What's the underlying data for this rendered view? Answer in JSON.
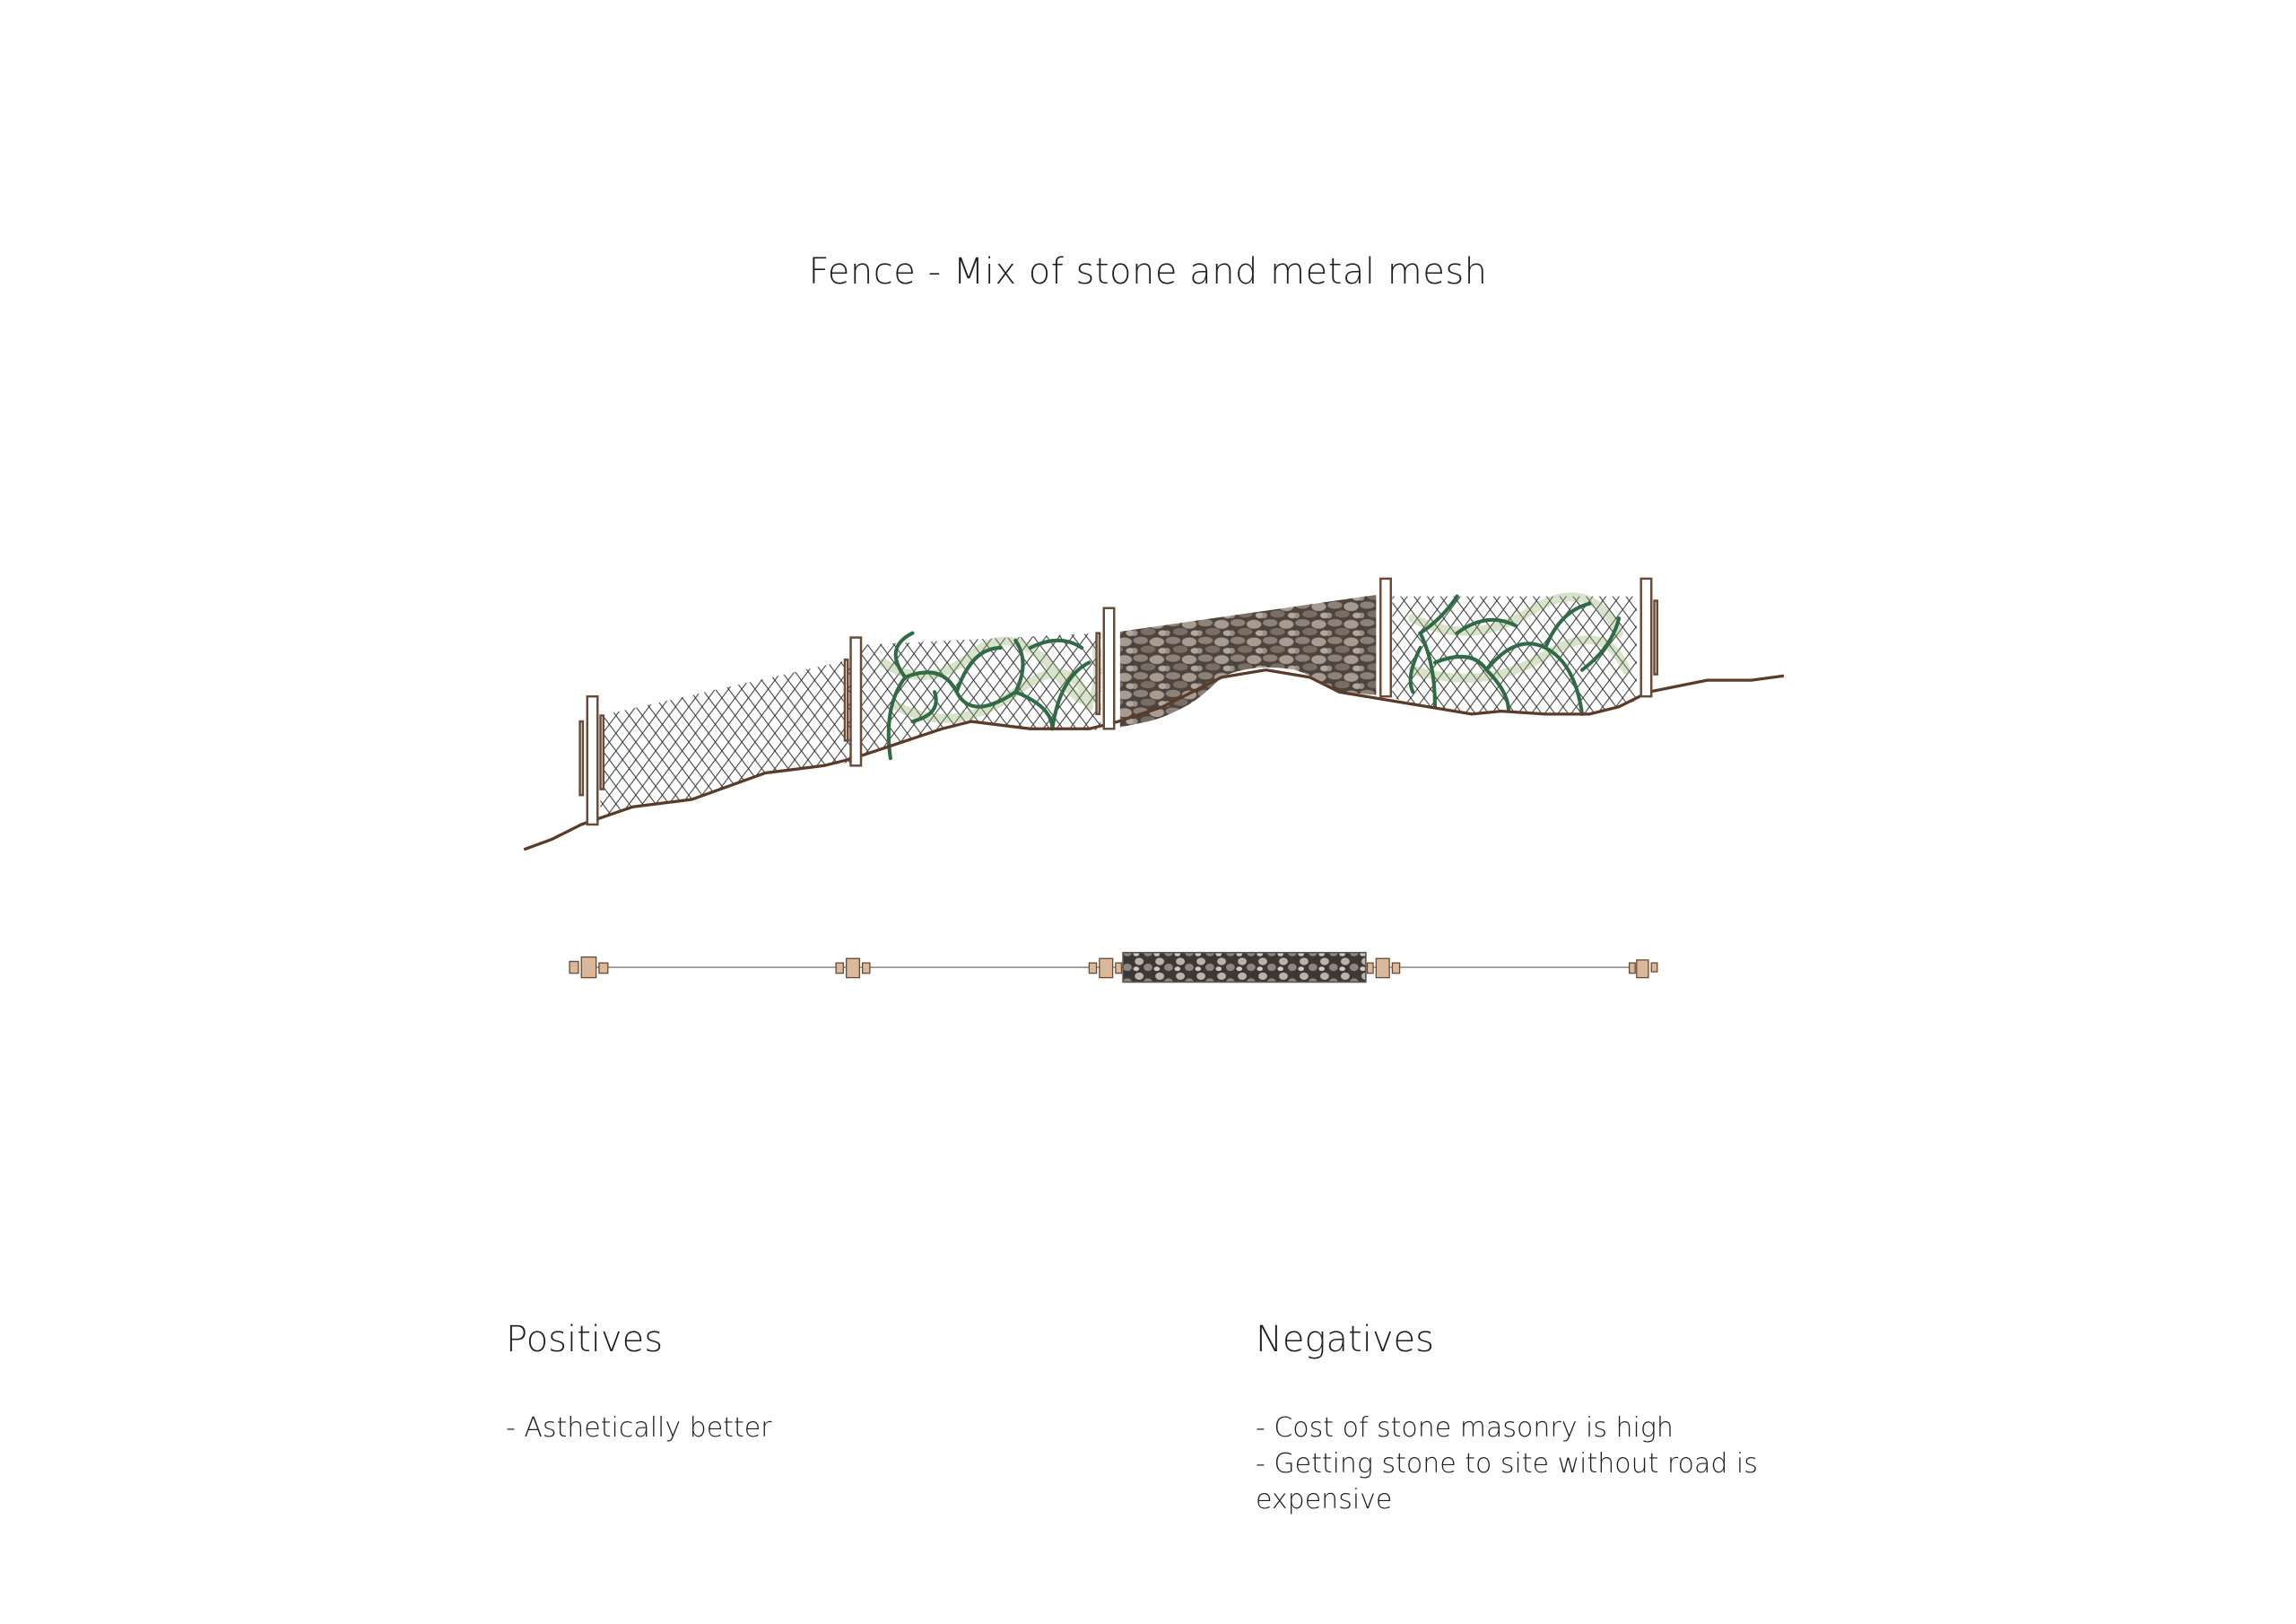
{
  "title": "Fence - Mix of stone and metal mesh",
  "positives": {
    "heading": "Positives",
    "items": [
      "- Asthetically better"
    ]
  },
  "negatives": {
    "heading": "Negatives",
    "items": [
      "- Cost of stone masonry is high",
      "- Getting stone to site without road is expensive"
    ]
  },
  "colors": {
    "ground": "#5a3a28",
    "post": "#d9b99a",
    "vine": "#2f6b45",
    "stone": "#6b5e55"
  }
}
